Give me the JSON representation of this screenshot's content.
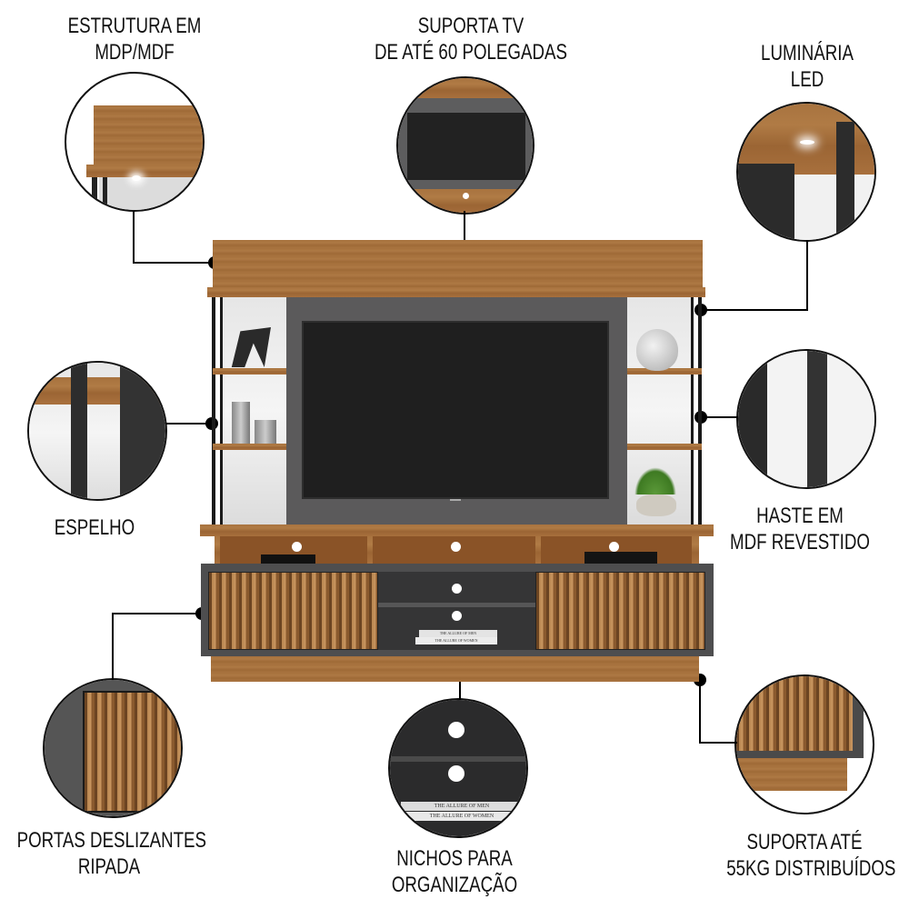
{
  "labels": {
    "estrutura": [
      "ESTRUTURA EM",
      "MDP/MDF"
    ],
    "suporta_tv": [
      "SUPORTA TV",
      "DE ATÉ 60 POLEGADAS"
    ],
    "luminaria": [
      "LUMINÁRIA",
      "LED"
    ],
    "espelho": [
      "ESPELHO"
    ],
    "haste": [
      "HASTE EM",
      "MDF REVESTIDO"
    ],
    "portas": [
      "PORTAS DESLIZANTES",
      "RIPADA"
    ],
    "nichos": [
      "NICHOS PARA",
      "ORGANIZAÇÃO"
    ],
    "suporta_peso": [
      "SUPORTA ATÉ",
      "55KG DISTRIBUÍDOS"
    ]
  },
  "books": [
    "THE ALLURE OF MEN",
    "THE ALLURE OF WOMEN"
  ],
  "colors": {
    "wood": "#a8733f",
    "panel_grey": "#5a5a5b",
    "tv_black": "#1e1e1e",
    "metal_black": "#1a1a1a",
    "mirror": "#eeeeee"
  }
}
